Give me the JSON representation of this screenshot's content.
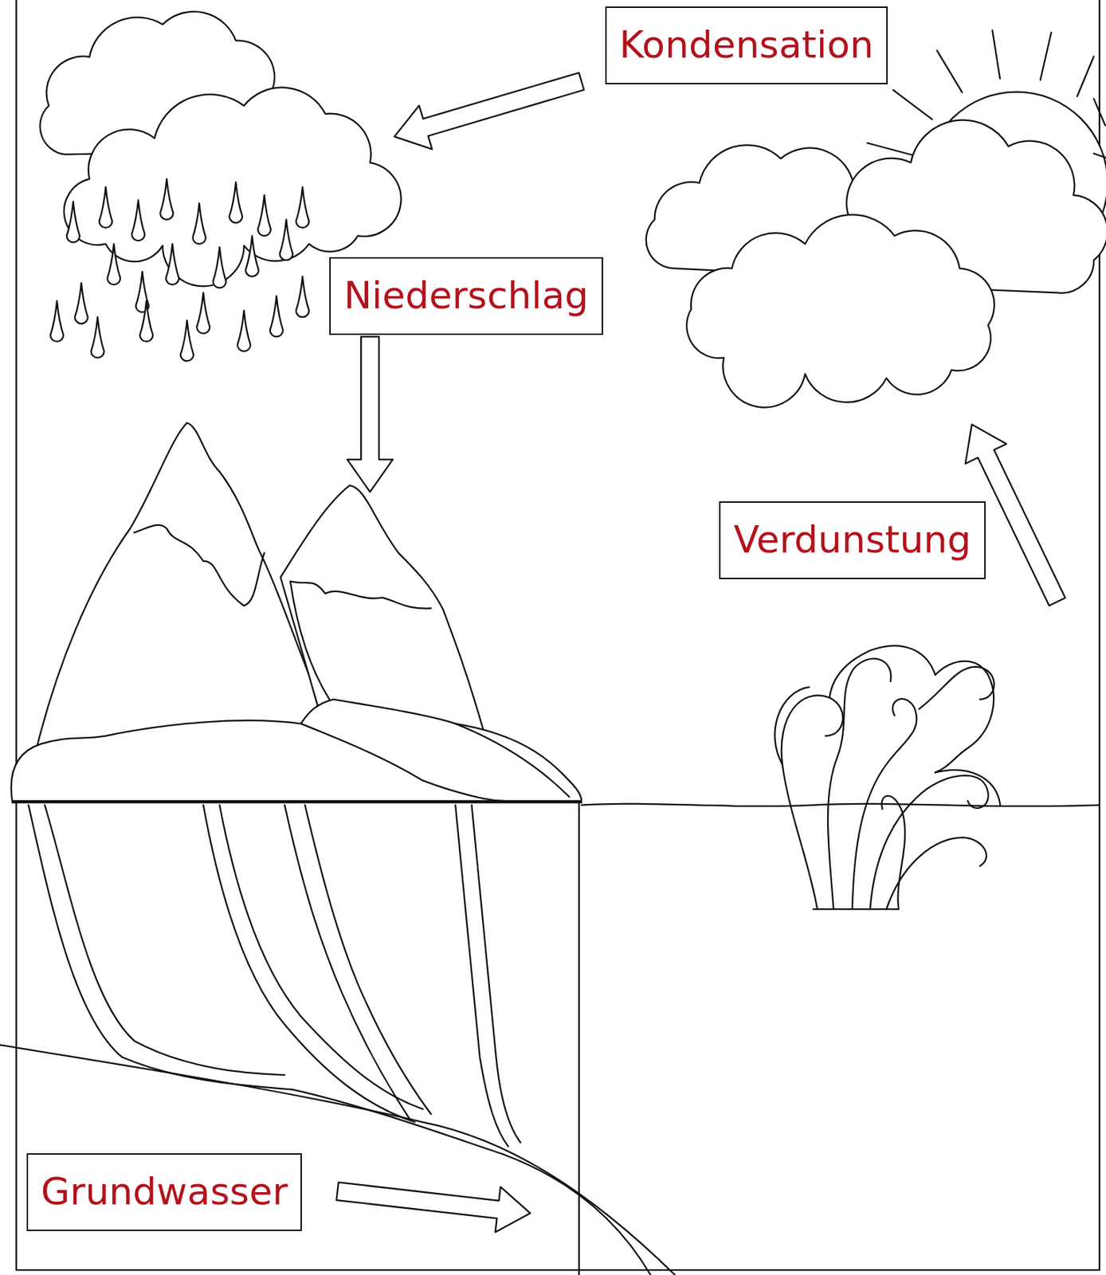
{
  "diagram": {
    "nodes": [
      {
        "text": [
          "Kondensation"
        ]
      },
      {
        "text": [
          "Niederschlag"
        ]
      },
      {
        "text": [
          "Verdunstung"
        ]
      },
      {
        "text": [
          "Grundwasser"
        ]
      }
    ]
  }
}
